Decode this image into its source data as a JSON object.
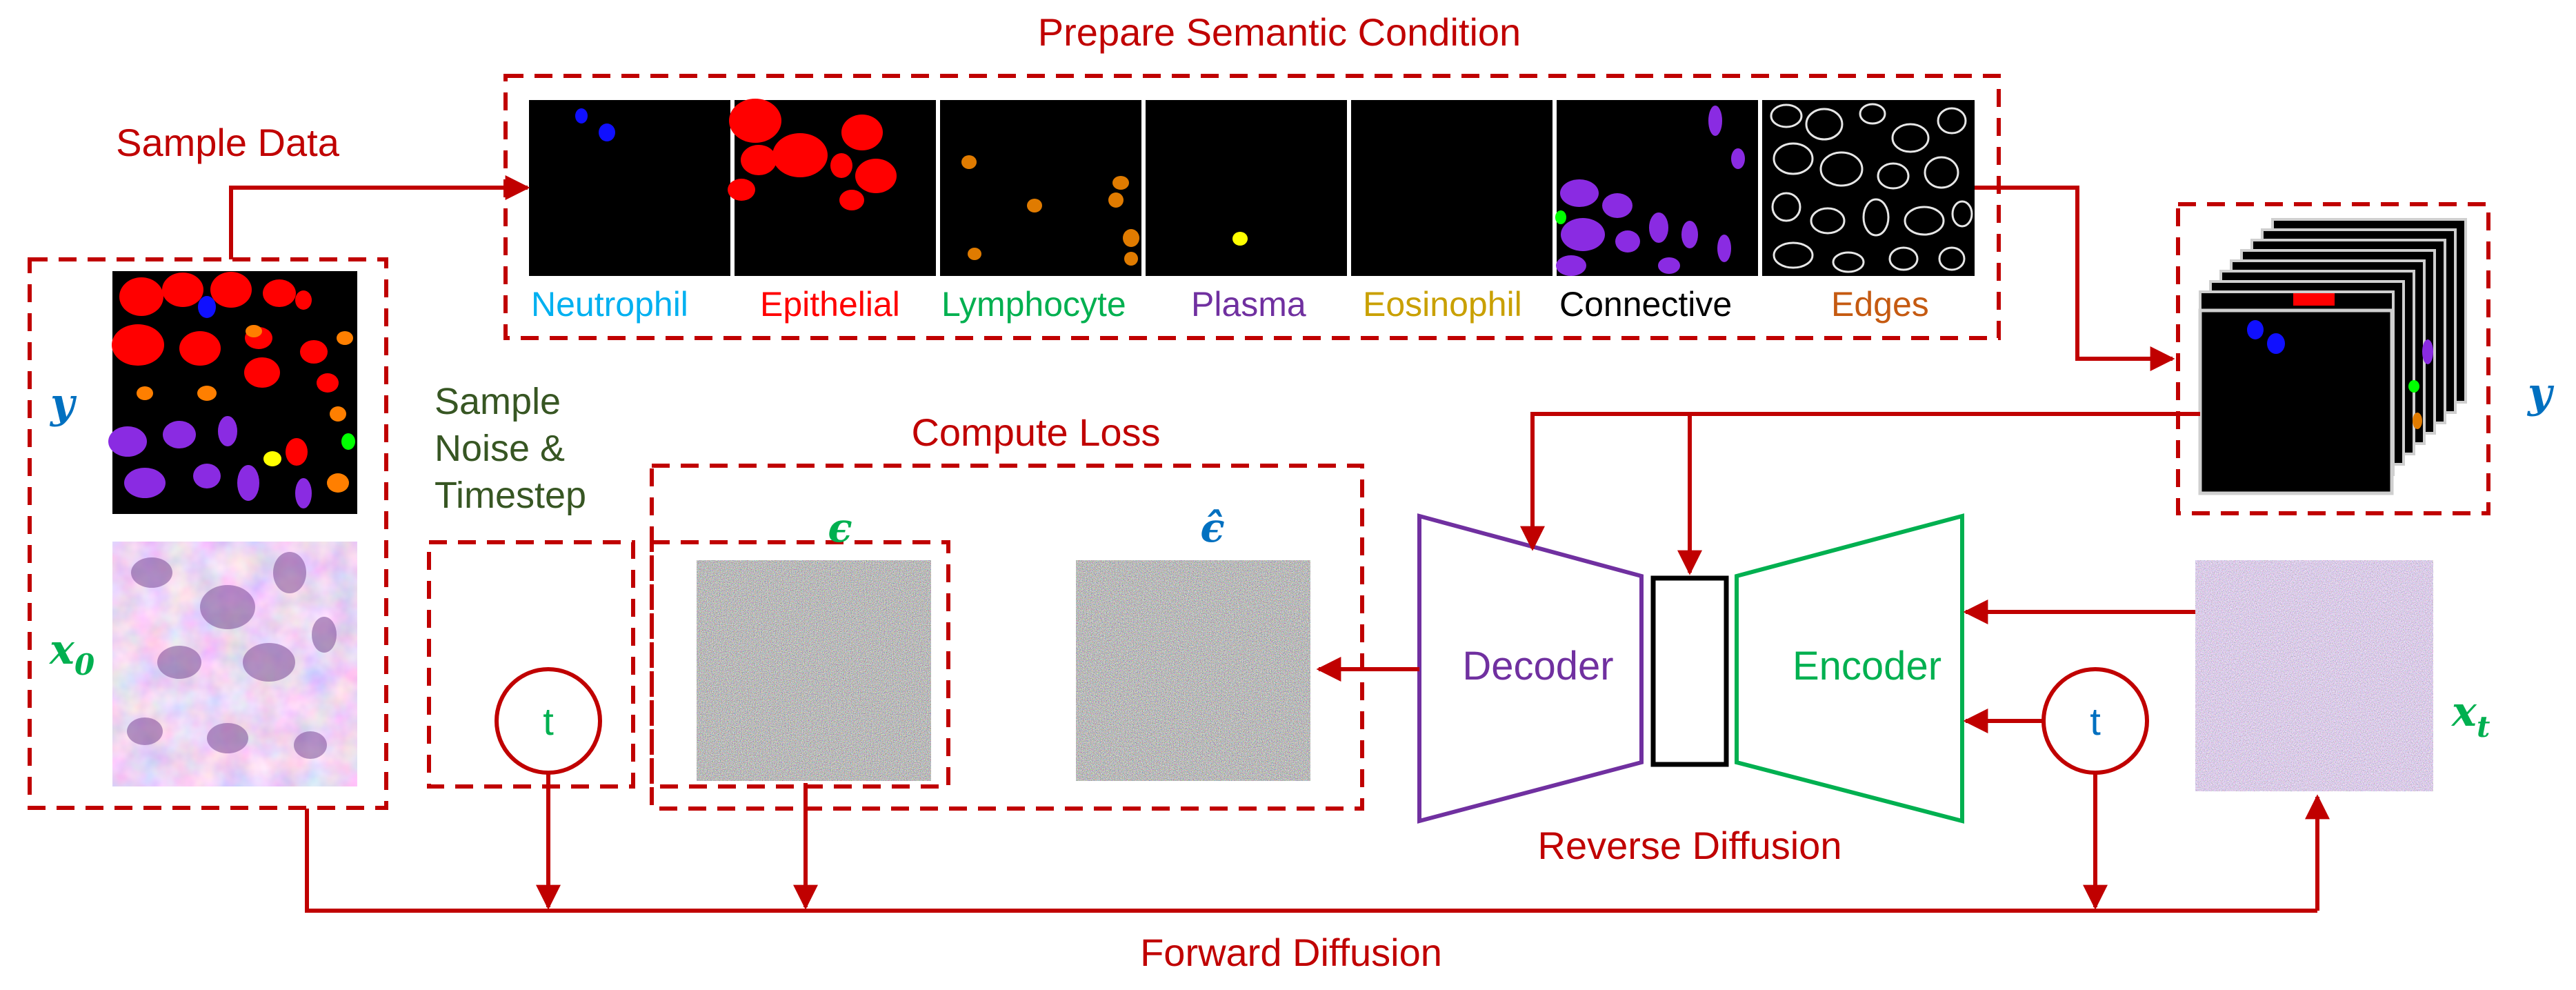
{
  "colors": {
    "dark_red": "#c00000",
    "dark_green": "#375623",
    "green": "#00b050",
    "blue": "#0070c0",
    "purple": "#7030a0",
    "cyan": "#00b0f0",
    "red": "#ff0000",
    "gold": "#c9a000",
    "orange": "#c55a11",
    "black": "#000000"
  },
  "labels": {
    "prepare_semantic": "Prepare Semantic Condition",
    "sample_data": "Sample Data",
    "sample_noise": [
      "Sample",
      "Noise &",
      "Timestep"
    ],
    "compute_loss": "Compute Loss",
    "decoder": "Decoder",
    "encoder": "Encoder",
    "reverse_diffusion": "Reverse Diffusion",
    "forward_diffusion": "Forward Diffusion",
    "y": "y",
    "x0": "x",
    "x0_sub": "0",
    "xt": "x",
    "xt_sub": "t",
    "eps": "ϵ",
    "eps_hat": "ϵ̂",
    "t": "t"
  },
  "classes": [
    {
      "label": "Neutrophil",
      "color": "#00b0f0"
    },
    {
      "label": "Epithelial",
      "color": "#ff0000"
    },
    {
      "label": "Lymphocyte",
      "color": "#00b050"
    },
    {
      "label": "Plasma",
      "color": "#7030a0"
    },
    {
      "label": "Eosinophil",
      "color": "#c9a000"
    },
    {
      "label": "Connective",
      "color": "#000000"
    },
    {
      "label": "Edges",
      "color": "#c55a11"
    }
  ]
}
